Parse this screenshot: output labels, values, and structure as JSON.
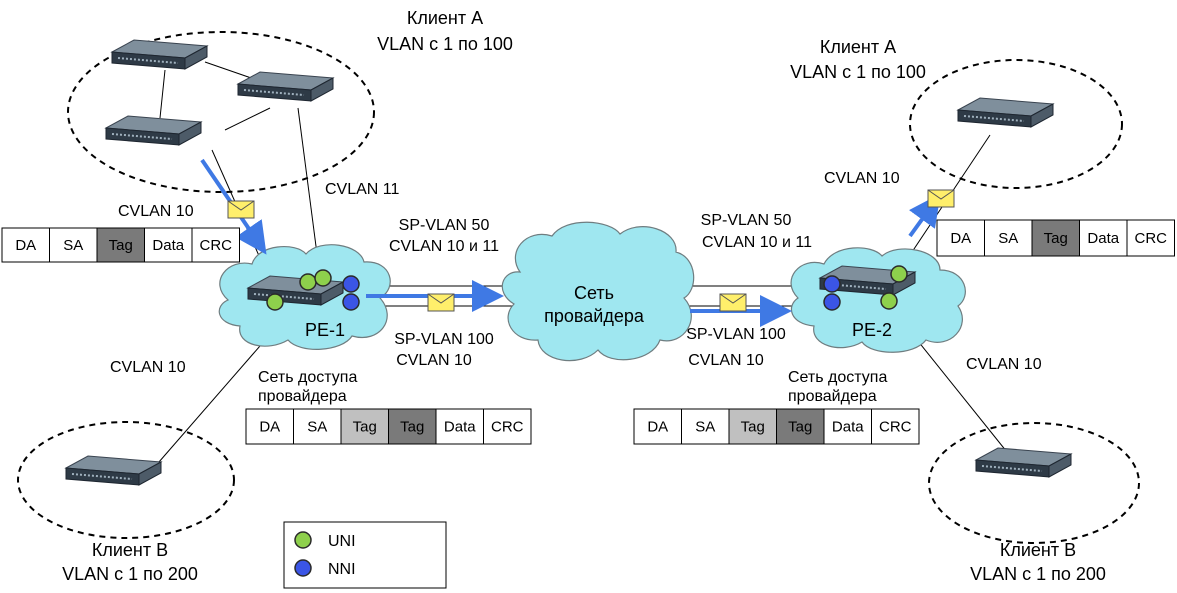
{
  "colors": {
    "cloud": "#9fe7f0",
    "cloud_stroke": "#6f7d80",
    "uni": "#8ed04c",
    "nni": "#3b55e6",
    "arrow": "#3f79e4",
    "tag_outer": "#c0c0c0",
    "tag_inner": "#7a7a7a",
    "envelope": "#ffef6b"
  },
  "clients": {
    "a_left": {
      "name": "Клиент А",
      "vlan": "VLAN с 1 по 100"
    },
    "a_right": {
      "name": "Клиент А",
      "vlan": "VLAN с 1 по 100"
    },
    "b_left": {
      "name": "Клиент В",
      "vlan": "VLAN с 1 по 200"
    },
    "b_right": {
      "name": "Клиент В",
      "vlan": "VLAN с 1 по 200"
    }
  },
  "labels": {
    "cvlan10_left_top": "CVLAN 10",
    "cvlan11": "CVLAN 11",
    "cvlan10_left_bottom": "CVLAN 10",
    "cvlan10_right_top": "CVLAN 10",
    "cvlan10_right_bottom": "CVLAN 10",
    "sp_vlan50_left": "SP-VLAN 50",
    "cvlan1011_left": "CVLAN 10 и 11",
    "sp_vlan50_right": "SP-VLAN 50",
    "cvlan1011_right": "CVLAN 10 и 11",
    "sp_vlan100_left": "SP-VLAN 100",
    "cvlan10_mid_left": "CVLAN 10",
    "sp_vlan100_right": "SP-VLAN 100",
    "cvlan10_mid_right": "CVLAN 10",
    "access_left_1": "Сеть доступа",
    "access_left_2": "провайдера",
    "access_right_1": "Сеть доступа",
    "access_right_2": "провайдера",
    "provider_1": "Сеть",
    "provider_2": "провайдера",
    "pe1": "PE-1",
    "pe2": "PE-2"
  },
  "frames": {
    "single_left": [
      "DA",
      "SA",
      "Tag",
      "Data",
      "CRC"
    ],
    "single_right": [
      "DA",
      "SA",
      "Tag",
      "Data",
      "CRC"
    ],
    "double_left": [
      "DA",
      "SA",
      "Tag",
      "Tag",
      "Data",
      "CRC"
    ],
    "double_right": [
      "DA",
      "SA",
      "Tag",
      "Tag",
      "Data",
      "CRC"
    ]
  },
  "legend": {
    "uni": "UNI",
    "nni": "NNI"
  }
}
